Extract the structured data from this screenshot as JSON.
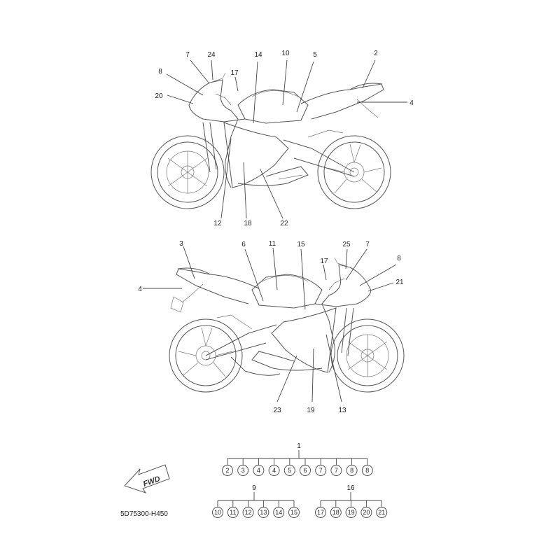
{
  "diagram": {
    "part_code": "5D75300-H450",
    "fwd_label": "FWD",
    "top_view_labels": [
      "7",
      "24",
      "14",
      "10",
      "5",
      "2",
      "8",
      "17",
      "20",
      "4",
      "12",
      "18",
      "22"
    ],
    "bottom_view_labels": [
      "3",
      "6",
      "11",
      "15",
      "25",
      "7",
      "8",
      "17",
      "4",
      "21",
      "23",
      "19",
      "13"
    ],
    "kit_groups": [
      {
        "number": "1",
        "members": [
          "2",
          "3",
          "4",
          "4",
          "5",
          "6",
          "7",
          "7",
          "8",
          "8"
        ]
      },
      {
        "number": "9",
        "members": [
          "10",
          "11",
          "12",
          "13",
          "14",
          "15"
        ]
      },
      {
        "number": "16",
        "members": [
          "17",
          "18",
          "19",
          "20",
          "21"
        ]
      }
    ]
  }
}
